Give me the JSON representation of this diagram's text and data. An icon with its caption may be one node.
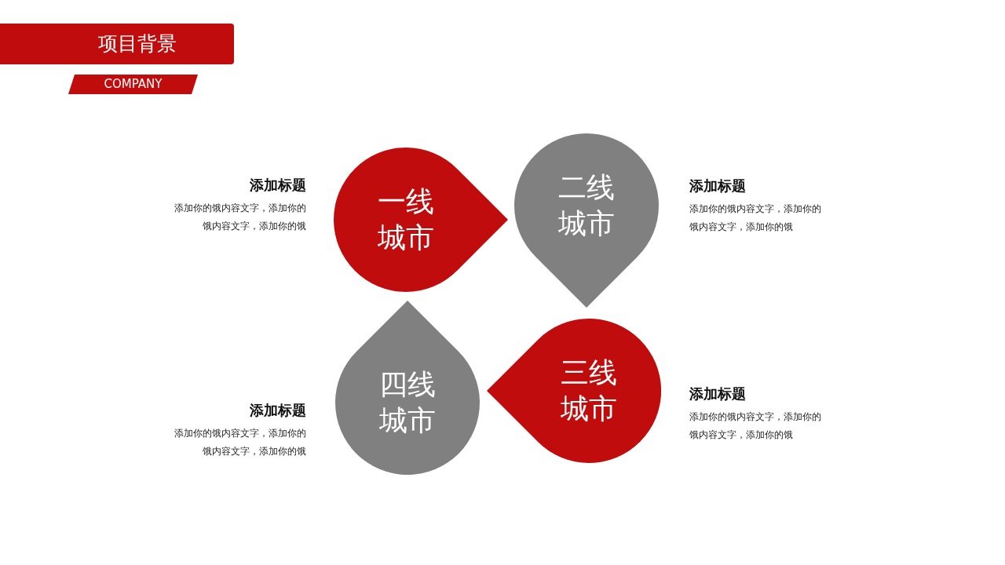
{
  "diagram": {
    "title": "项目背景",
    "nodes": [
      {
        "text": [
          "一线城市"
        ],
        "beside": [
          "添加标题",
          "添加你的饿内容文字，添加你的饿内容文字，添加你的饿"
        ]
      },
      {
        "text": [
          "二线城市"
        ],
        "beside": [
          "添加标题",
          "添加你的饿内容文字，添加你的饿内容文字，添加你的饿"
        ]
      },
      {
        "text": [
          "三线城市"
        ],
        "beside": [
          "添加标题",
          "添加你的饿内容文字，添加你的饿内容文字，添加你的饿"
        ]
      },
      {
        "text": [
          "四线城市"
        ],
        "beside": [
          "添加标题",
          "添加你的饿内容文字，添加你的饿内容文字，添加你的饿"
        ]
      }
    ],
    "edges": [],
    "labels": [
      "COMPANY"
    ]
  }
}
